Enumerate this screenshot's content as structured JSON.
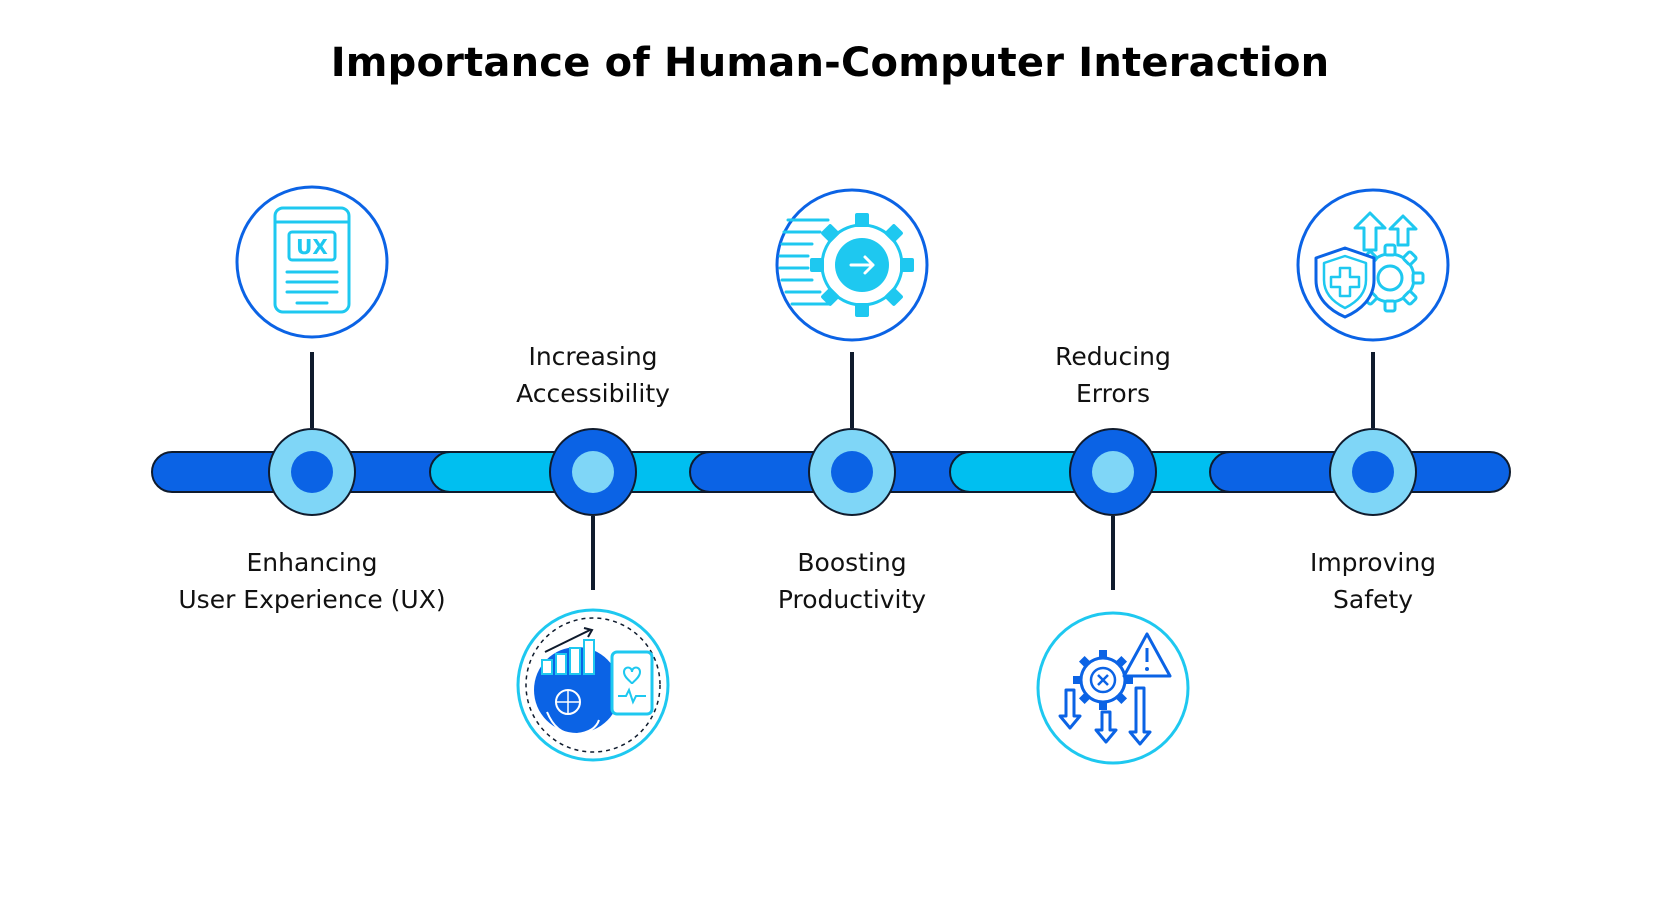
{
  "title": "Importance of Human-Computer Interaction",
  "colors": {
    "dark_blue": "#0B63E5",
    "light_blue": "#00BFF0",
    "pale_blue": "#7FD6F7",
    "outline": "#0F1B2D",
    "icon_cyan": "#1EC8F0"
  },
  "milestones": [
    {
      "line1": "Enhancing",
      "line2": "User Experience (UX)",
      "icon": "ux-document-icon",
      "icon_text": "UX"
    },
    {
      "line1": "Increasing",
      "line2": "Accessibility",
      "icon": "accessibility-icon"
    },
    {
      "line1": "Boosting",
      "line2": "Productivity",
      "icon": "productivity-gear-icon"
    },
    {
      "line1": "Reducing",
      "line2": "Errors",
      "icon": "error-warning-icon"
    },
    {
      "line1": "Improving",
      "line2": "Safety",
      "icon": "safety-shield-icon"
    }
  ]
}
